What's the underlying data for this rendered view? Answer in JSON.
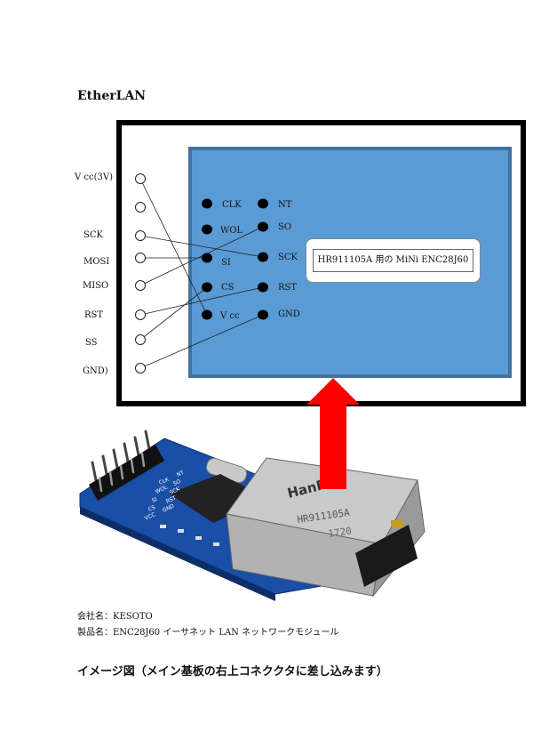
{
  "heading": "EtherLAN",
  "left_pins": [
    "V cc(3V)",
    "",
    "SCK",
    "MOSI",
    "MISO",
    "RST",
    "SS",
    "GND)"
  ],
  "module_pins_left": [
    "CLK",
    "WOL",
    "SI",
    "CS",
    "V cc"
  ],
  "module_pins_right": [
    "NT",
    "SO",
    "SCK",
    "RST",
    "GND"
  ],
  "chip_label": "HR911105A 用の MiNi ENC28J60",
  "pcb_silk_left": [
    "CLK",
    "WOL",
    "SI",
    "CS",
    "VCC"
  ],
  "pcb_silk_right": [
    "NT",
    "SO",
    "SCK",
    "RST",
    "GND"
  ],
  "jack_brand": "HanRun",
  "jack_part": "HR911105A",
  "jack_date": "1720",
  "company_line": "会社名：KESOTO",
  "product_line": "製品名：ENC28J60 イーサネット LAN ネットワークモジュール",
  "caption": "イメージ図（メイン基板の右上コネククタに差し込みます）",
  "colors": {
    "board": "#5b9bd5",
    "board_border": "#41719c",
    "arrow": "#ff0000",
    "pcb": "#1a4fa8"
  }
}
